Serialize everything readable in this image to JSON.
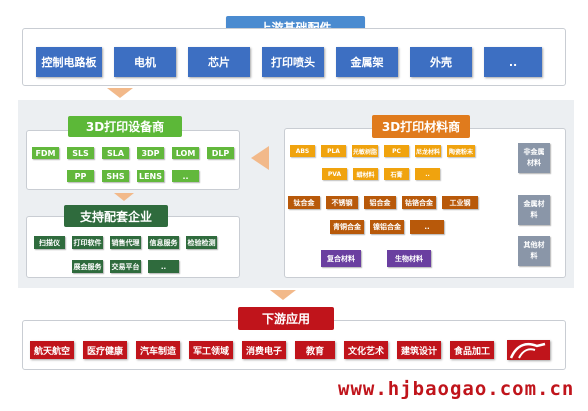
{
  "upstream": {
    "title": "上游基础配件",
    "items": [
      "控制电路板",
      "电机",
      "芯片",
      "打印喷头",
      "金属架",
      "外壳",
      ".."
    ]
  },
  "equipment": {
    "title": "3D打印设备商",
    "row1": [
      "FDM",
      "SLS",
      "SLA",
      "3DP",
      "LOM",
      "DLP"
    ],
    "row2": [
      "PP",
      "SHS",
      "LENS",
      ".."
    ]
  },
  "support": {
    "title": "支持配套企业",
    "row1": [
      "扫描仪",
      "打印软件",
      "销售代理",
      "信息服务",
      "检验检测"
    ],
    "row2": [
      "展会服务",
      "交易平台",
      ".."
    ]
  },
  "materials": {
    "title": "3D打印材料商",
    "nonmetal_row1": [
      "ABS",
      "PLA",
      "光敏树脂",
      "PC",
      "尼龙材料",
      "陶瓷粉末"
    ],
    "nonmetal_row2": [
      "PVA",
      "蜡材料",
      "石膏",
      ".."
    ],
    "metal_row1": [
      "钛合金",
      "不锈钢",
      "铝合金",
      "钴铬合金",
      "工业钢"
    ],
    "metal_row2": [
      "青铜合金",
      "镍铝合金",
      ".."
    ],
    "other_row": [
      "复合材料",
      "生物材料"
    ],
    "side_labels": [
      "非金属\n材料",
      "金属材\n料",
      "其他材\n料"
    ]
  },
  "downstream": {
    "title": "下游应用",
    "items": [
      "航天航空",
      "医疗健康",
      "汽车制造",
      "军工领域",
      "消费电子",
      "教育",
      "文化艺术",
      "建筑设计",
      "食品加工"
    ]
  },
  "watermark": "www.hjbaogao.com.cn",
  "colors": {
    "upstream_blue": "#3d6fc2",
    "equipment_green": "#62b83c",
    "support_dark_green": "#2f6b3d",
    "material_orange": "#f0a30e",
    "metal_brown": "#b8590a",
    "other_purple": "#6a3fa0",
    "downstream_red": "#c0141b"
  }
}
